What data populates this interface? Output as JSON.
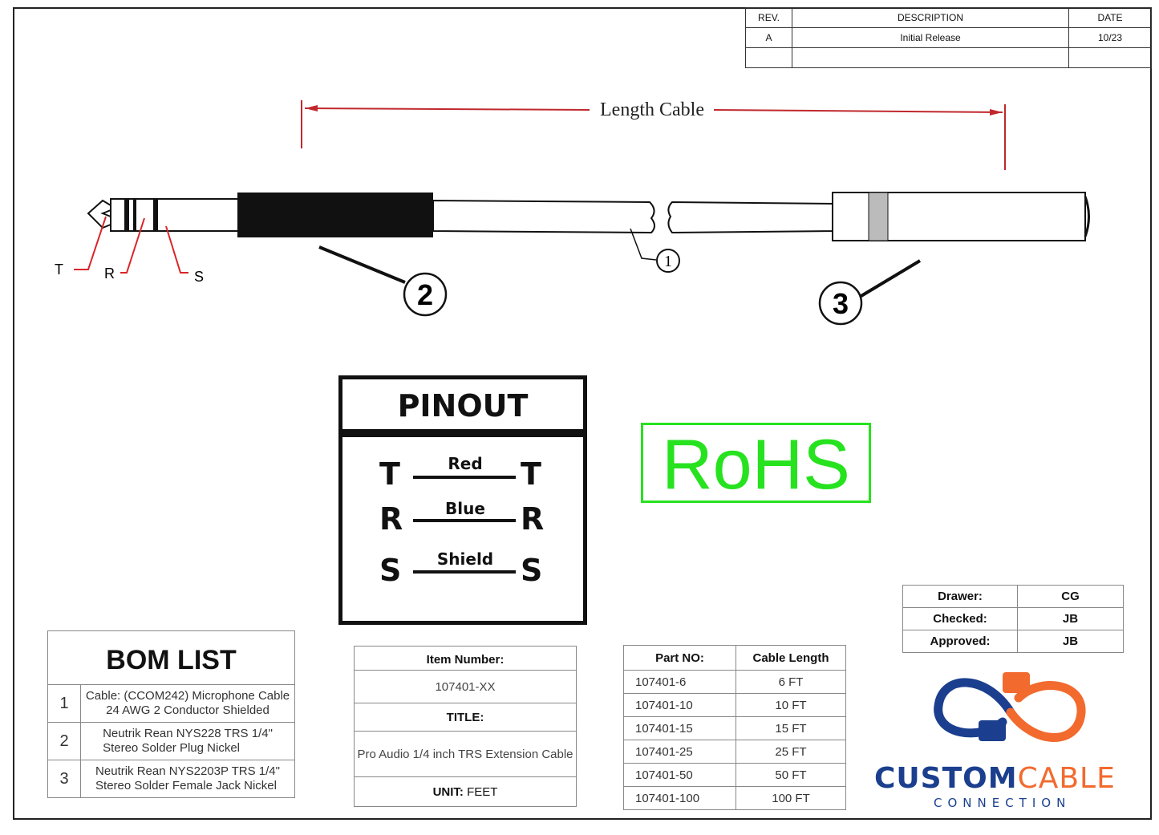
{
  "revision_table": {
    "headers": [
      "REV.",
      "DESCRIPTION",
      "DATE"
    ],
    "rows": [
      [
        "A",
        "Initial Release",
        "10/23"
      ],
      [
        "",
        "",
        ""
      ]
    ]
  },
  "drawing": {
    "length_label": "Length Cable",
    "trs_labels": [
      "T",
      "R",
      "S"
    ],
    "callouts": [
      "1",
      "2",
      "3"
    ]
  },
  "pinout": {
    "title": "PINOUT",
    "rows": [
      {
        "left": "T",
        "color": "Red",
        "right": "T"
      },
      {
        "left": "R",
        "color": "Blue",
        "right": "R"
      },
      {
        "left": "S",
        "color": "Shield",
        "right": "S"
      }
    ]
  },
  "rohs": {
    "label": "RoHS",
    "color": "#27e21f"
  },
  "bom": {
    "title": "BOM LIST",
    "items": [
      {
        "num": "1",
        "line1": "Cable: (CCOM242) Microphone Cable",
        "line2": "24 AWG 2 Conductor Shielded"
      },
      {
        "num": "2",
        "line1": "Neutrik Rean NYS228 TRS 1/4\"",
        "line2": "Stereo Solder Plug Nickel"
      },
      {
        "num": "3",
        "line1": "Neutrik Rean NYS2203P TRS 1/4\"",
        "line2": "Stereo Solder Female Jack Nickel"
      }
    ]
  },
  "item_box": {
    "item_number_label": "Item Number:",
    "item_number": "107401-XX",
    "title_label": "TITLE:",
    "title": "Pro Audio 1/4 inch TRS Extension Cable",
    "unit_label": "UNIT:",
    "unit": "FEET"
  },
  "parts": {
    "headers": [
      "Part NO:",
      "Cable Length"
    ],
    "rows": [
      [
        "107401-6",
        "6 FT"
      ],
      [
        "107401-10",
        "10 FT"
      ],
      [
        "107401-15",
        "15 FT"
      ],
      [
        "107401-25",
        "25 FT"
      ],
      [
        "107401-50",
        "50 FT"
      ],
      [
        "107401-100",
        "100 FT"
      ]
    ]
  },
  "approvals": [
    {
      "label": "Drawer:",
      "value": "CG"
    },
    {
      "label": "Checked:",
      "value": "JB"
    },
    {
      "label": "Approved:",
      "value": "JB"
    }
  ],
  "logo": {
    "word1": "CUSTOM",
    "word2": "CABLE",
    "sub": "CONNECTION",
    "blue": "#1b3f8e",
    "orange": "#f26a2e"
  },
  "colors": {
    "dimension": "#c0282d",
    "pointer": "#d9252a"
  }
}
